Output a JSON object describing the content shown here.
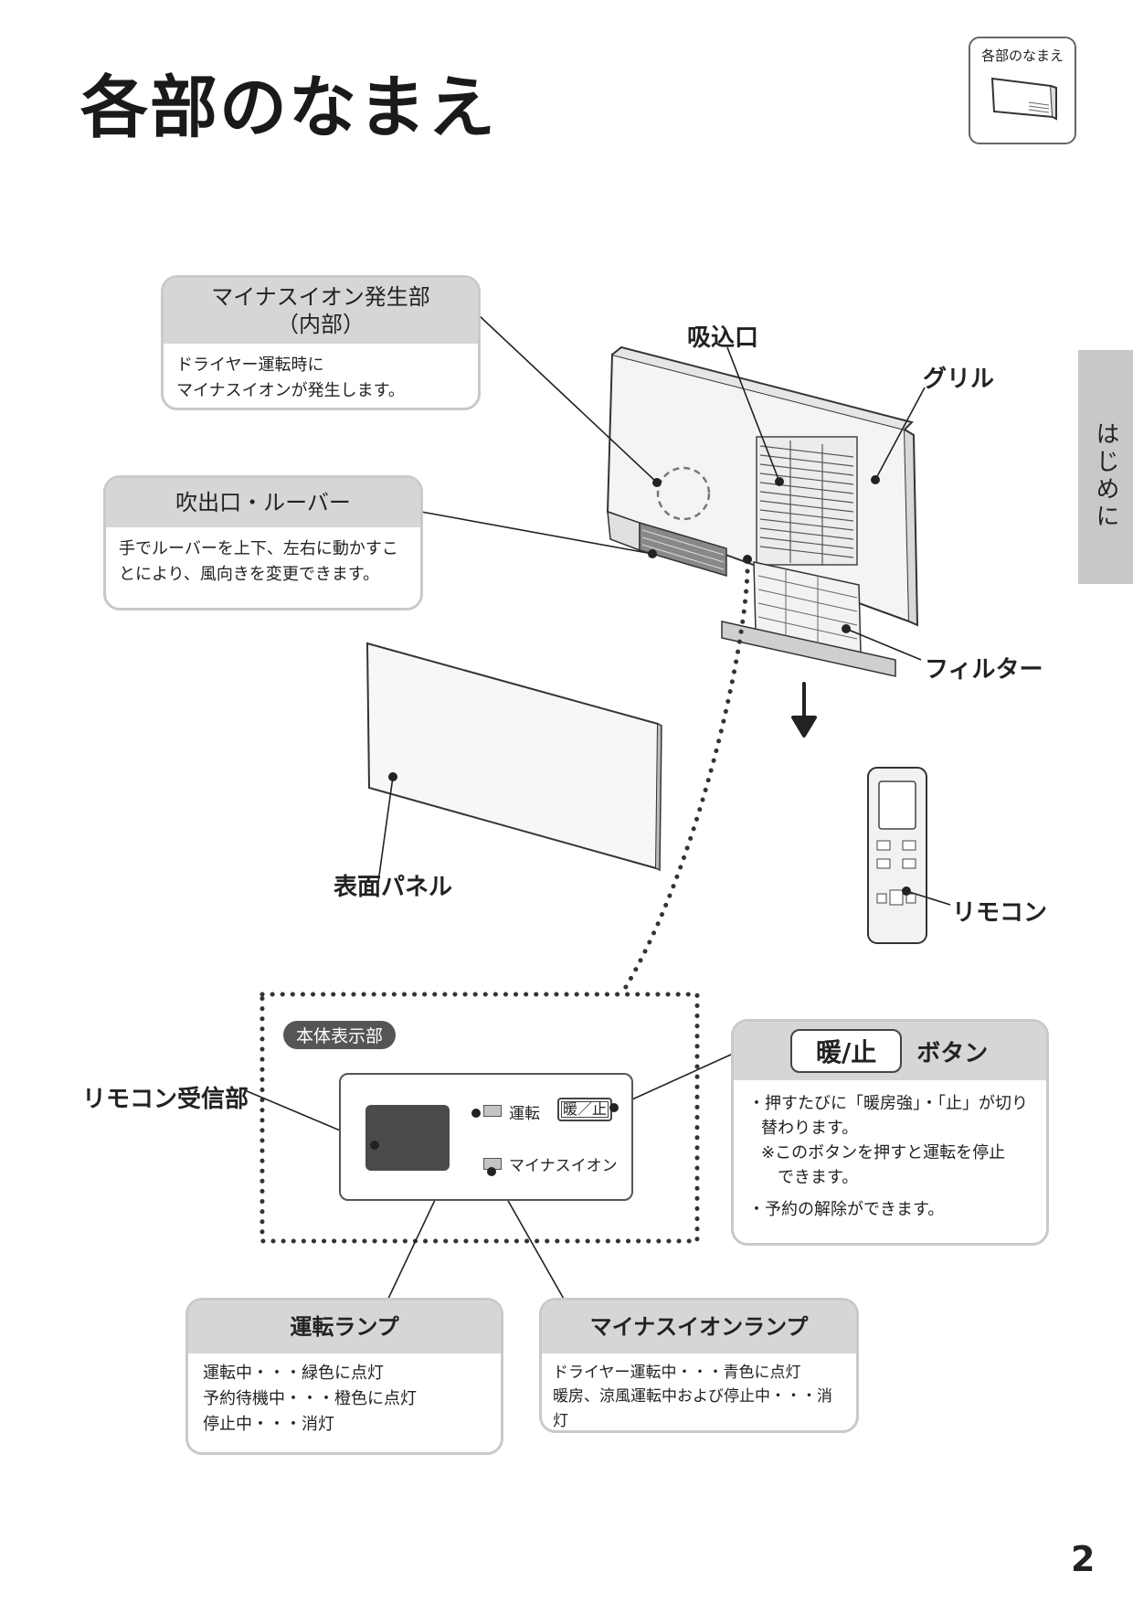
{
  "header": {
    "title": "各部のなまえ",
    "thumb_label": "各部のなまえ"
  },
  "side_tab": {
    "label": "はじめに"
  },
  "ion_unit": {
    "title_line1": "マイナスイオン発生部",
    "title_line2": "（内部）",
    "desc_line1": "ドライヤー運転時に",
    "desc_line2": "マイナスイオンが発生します。"
  },
  "outlet": {
    "title": "吹出口・ルーバー",
    "desc_line1": "手でルーバーを上下、左右に動かすこ",
    "desc_line2": "とにより、風向きを変更できます。"
  },
  "labels": {
    "intake": "吸込口",
    "grille": "グリル",
    "filter": "フィルター",
    "front_panel": "表面パネル",
    "remote": "リモコン",
    "remote_receiver": "リモコン受信部"
  },
  "display": {
    "tag": "本体表示部",
    "run_label": "運転",
    "ion_label": "マイナスイオン",
    "stop_button_label": "暖／止"
  },
  "danshi_button": {
    "pill": "暖/止",
    "suffix": "ボタン",
    "line1": "・押すたびに「暖房強」・「止」が切り",
    "line2": "替わります。",
    "line3": "※このボタンを押すと運転を停止",
    "line4": "できます。",
    "line5": "・予約の解除ができます。"
  },
  "run_lamp": {
    "title": "運転ランプ",
    "line1": "運転中・・・緑色に点灯",
    "line2": "予約待機中・・・橙色に点灯",
    "line3": "停止中・・・消灯"
  },
  "ion_lamp": {
    "title": "マイナスイオンランプ",
    "line1": "ドライヤー運転中・・・青色に点灯",
    "line2": "暖房、涼風運転中および停止中・・・消灯"
  },
  "page_number": "2"
}
